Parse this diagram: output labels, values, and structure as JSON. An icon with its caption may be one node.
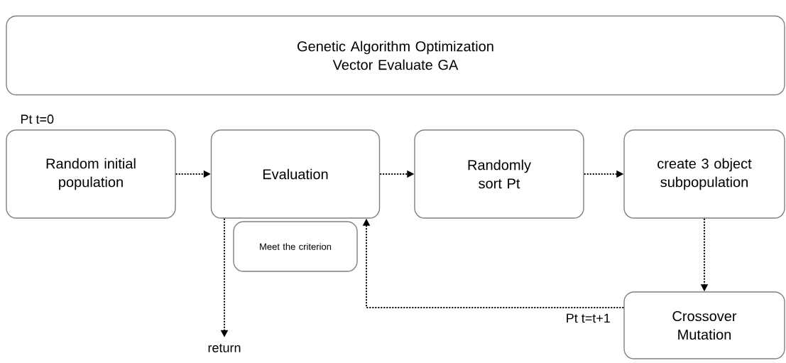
{
  "diagram": {
    "nodes": [
      {
        "text": [
          "Genetic Algorithm Optimization",
          "Vector Evaluate GA"
        ]
      },
      {
        "text": [
          "Random initial population"
        ],
        "beside": [
          "Pt t=0"
        ]
      },
      {
        "text": [
          "Evaluation"
        ]
      },
      {
        "text": [
          "Meet the criterion"
        ]
      },
      {
        "text": [
          "Randomly sort Pt"
        ]
      },
      {
        "text": [
          "create 3 object subpopulation"
        ]
      },
      {
        "text": [
          "Crossover Mutation"
        ]
      },
      {
        "text": [
          "return"
        ]
      }
    ],
    "edges": [
      {
        "from": 1,
        "to": 2,
        "arrow": "to"
      },
      {
        "from": 2,
        "to": 4,
        "arrow": "to"
      },
      {
        "from": 4,
        "to": 5,
        "arrow": "to"
      },
      {
        "from": 5,
        "to": 6,
        "arrow": "to"
      },
      {
        "from": 6,
        "to": 2,
        "arrow": "to",
        "label": "Pt t=t+1"
      },
      {
        "from": 2,
        "to": 7,
        "arrow": "to"
      }
    ]
  }
}
